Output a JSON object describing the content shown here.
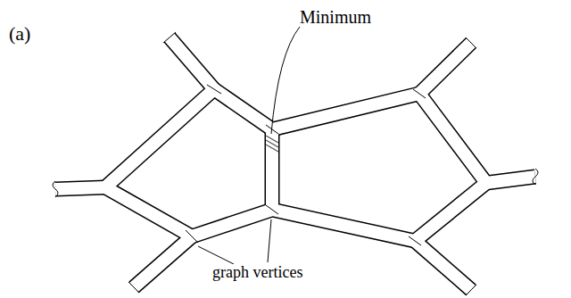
{
  "diagram": {
    "labels": [
      "(a)",
      "Minimum",
      "graph vertices"
    ]
  }
}
